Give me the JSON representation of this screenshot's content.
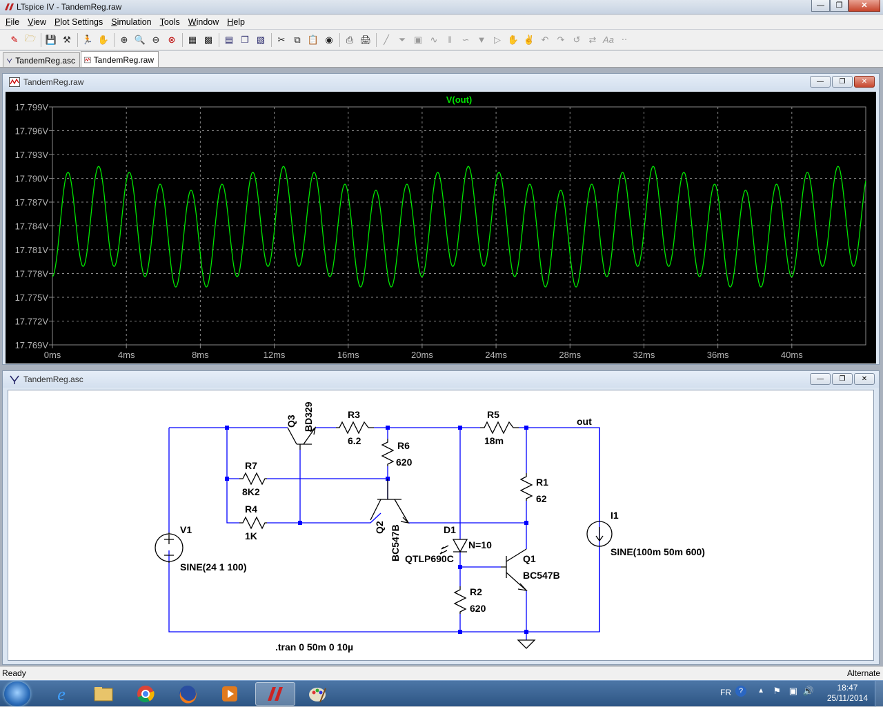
{
  "window": {
    "title": "LTspice IV - TandemReg.raw"
  },
  "menu": [
    {
      "pre": "",
      "u": "F",
      "post": "ile"
    },
    {
      "pre": "",
      "u": "V",
      "post": "iew"
    },
    {
      "pre": "",
      "u": "P",
      "post": "lot Settings"
    },
    {
      "pre": "",
      "u": "S",
      "post": "imulation"
    },
    {
      "pre": "",
      "u": "T",
      "post": "ools"
    },
    {
      "pre": "",
      "u": "W",
      "post": "indow"
    },
    {
      "pre": "",
      "u": "H",
      "post": "elp"
    }
  ],
  "tabs": [
    {
      "label": "TandemReg.asc",
      "active": false
    },
    {
      "label": "TandemReg.raw",
      "active": true
    }
  ],
  "plot_window": {
    "title": "TandemReg.raw"
  },
  "schematic_window": {
    "title": "TandemReg.asc"
  },
  "chart_data": {
    "type": "line",
    "title": "",
    "series": [
      {
        "name": "V(out)",
        "color": "#00e600"
      }
    ],
    "trace_label": "V(out)",
    "signal": {
      "center_V": 17.7838,
      "amplitude_V": 0.0062,
      "frequency_Hz": 600,
      "ripple_V": 0.0015,
      "ripple_frequency_Hz": 100
    },
    "xlim": [
      0,
      0.044
    ],
    "ylim": [
      17.769,
      17.799
    ],
    "x_ticks": [
      "0ms",
      "4ms",
      "8ms",
      "12ms",
      "16ms",
      "20ms",
      "24ms",
      "28ms",
      "32ms",
      "36ms",
      "40ms"
    ],
    "y_ticks": [
      "17.799V",
      "17.796V",
      "17.793V",
      "17.790V",
      "17.787V",
      "17.784V",
      "17.781V",
      "17.778V",
      "17.775V",
      "17.772V",
      "17.769V"
    ],
    "grid": true,
    "colors": {
      "background": "#000000",
      "grid": "#8a8a8a",
      "trace": "#00e600",
      "text": "#b4b4b4"
    }
  },
  "schematic": {
    "labels": {
      "q3_name": "Q3",
      "q3_model": "BD329",
      "r3_name": "R3",
      "r3_value": "6.2",
      "r5_name": "R5",
      "r5_value": "18m",
      "out_label": "out",
      "r6_name": "R6",
      "r6_value": "620",
      "r7_name": "R7",
      "r7_value": "8K2",
      "r4_name": "R4",
      "r4_value": "1K",
      "r1_name": "R1",
      "r1_value": "62",
      "v1_name": "V1",
      "v1_value": "SINE(24 1 100)",
      "q2_name": "Q2",
      "q2_model": "BC547B",
      "d1_name": "D1",
      "d1_param": "N=10",
      "d1_model": "QTLP690C",
      "q1_name": "Q1",
      "q1_model": "BC547B",
      "r2_name": "R2",
      "r2_value": "620",
      "i1_name": "I1",
      "i1_value": "SINE(100m 50m 600)",
      "directive": ".tran 0 50m 0 10µ"
    },
    "colors": {
      "wire": "#0000ff",
      "component": "#000000",
      "text": "#000000"
    }
  },
  "status": {
    "left": "Ready",
    "right": "Alternate"
  },
  "taskbar": {
    "lang": "FR",
    "time": "18:47",
    "date": "25/11/2014"
  }
}
